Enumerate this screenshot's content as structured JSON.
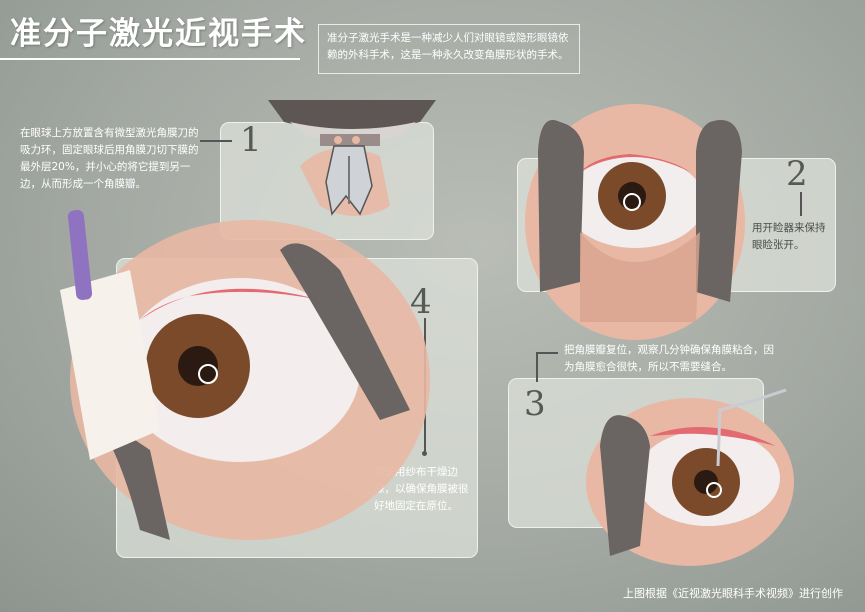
{
  "title": "准分子激光近视手术",
  "intro": "准分子激光手术是一种减少人们对眼镜或隐形眼镜依赖的外科手术，这是一种永久改变角膜形状的手术。",
  "steps": [
    {
      "number": "1",
      "text": "在眼球上方放置含有微型激光角膜刀的吸力环，固定眼球后用角膜刀切下膜的最外层20%，并小心的将它提到另一边，从而形成一个角膜瓣。"
    },
    {
      "number": "2",
      "text": "用开睑器来保持眼睑张开。"
    },
    {
      "number": "3",
      "text": "把角膜瓣复位，观察几分钟确保角膜粘合，因为角膜愈合很快，所以不需要缝合。"
    },
    {
      "number": "4",
      "text": "用医用纱布干燥边缘，以确保角膜被很好地固定在原位。"
    }
  ],
  "credit": "上图根据《近视激光眼科手术视频》进行创作",
  "colors": {
    "iris": "#7a4a2a",
    "skin": "#e8b8a4",
    "tissue": "#e46a72",
    "panel": "#dde1db",
    "instrument": "#6a6462",
    "sponge": "#8f72c0"
  }
}
